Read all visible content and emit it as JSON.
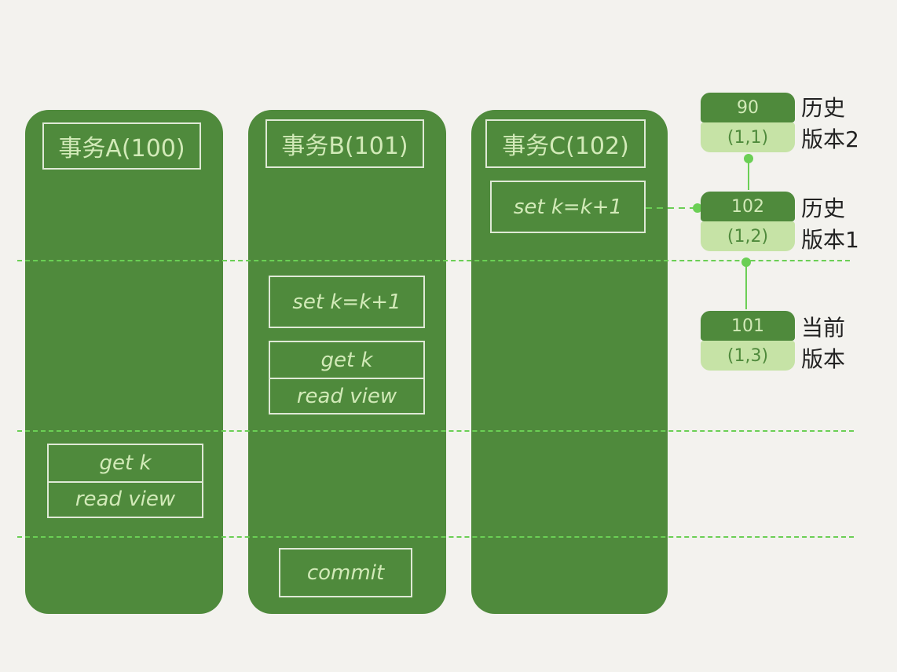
{
  "transactions": {
    "a": {
      "title": "事务A(100)",
      "get_k": "get k",
      "read_view": "read view"
    },
    "b": {
      "title": "事务B(101)",
      "set_k": "set k=k+1",
      "get_k": "get k",
      "read_view": "read view",
      "commit": "commit"
    },
    "c": {
      "title": "事务C(102)",
      "set_k": "set k=k+1"
    }
  },
  "versions": [
    {
      "trx_id": "90",
      "row": "(1,1)",
      "label_line1": "历史",
      "label_line2": "版本2"
    },
    {
      "trx_id": "102",
      "row": "(1,2)",
      "label_line1": "历史",
      "label_line2": "版本1"
    },
    {
      "trx_id": "101",
      "row": "(1,3)",
      "label_line1": "当前",
      "label_line2": "版本"
    }
  ],
  "colors": {
    "column_fill": "#4f8a3c",
    "background": "#f3f2ee",
    "dashed_line": "#6bcf55",
    "version_row_fill": "#c6e3a6",
    "box_text": "#d2eab8"
  }
}
